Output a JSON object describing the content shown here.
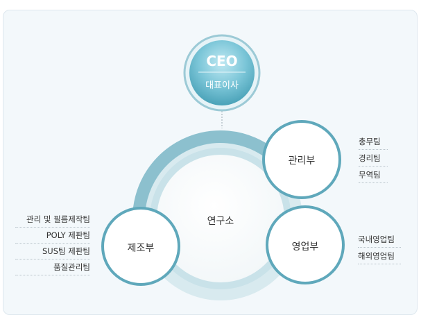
{
  "ceo": {
    "title": "CEO",
    "subtitle": "대표이사"
  },
  "center": {
    "label": "연구소"
  },
  "departments": {
    "admin": {
      "label": "관리부",
      "teams": [
        "총무팀",
        "경리팀",
        "무역팀"
      ]
    },
    "sales": {
      "label": "영업부",
      "teams": [
        "국내영업팀",
        "해외영업팀"
      ]
    },
    "manufacturing": {
      "label": "제조부",
      "teams": [
        "관리 및 필름제작팀",
        "POLY 제판팀",
        "SUS팀 제판팀",
        "품질관리팀"
      ]
    }
  },
  "colors": {
    "teal": "#5fa8bb",
    "teal_dark": "#3f8fa5",
    "ring_light": "#c6dfe6",
    "ring_mid": "#9ccad6"
  }
}
